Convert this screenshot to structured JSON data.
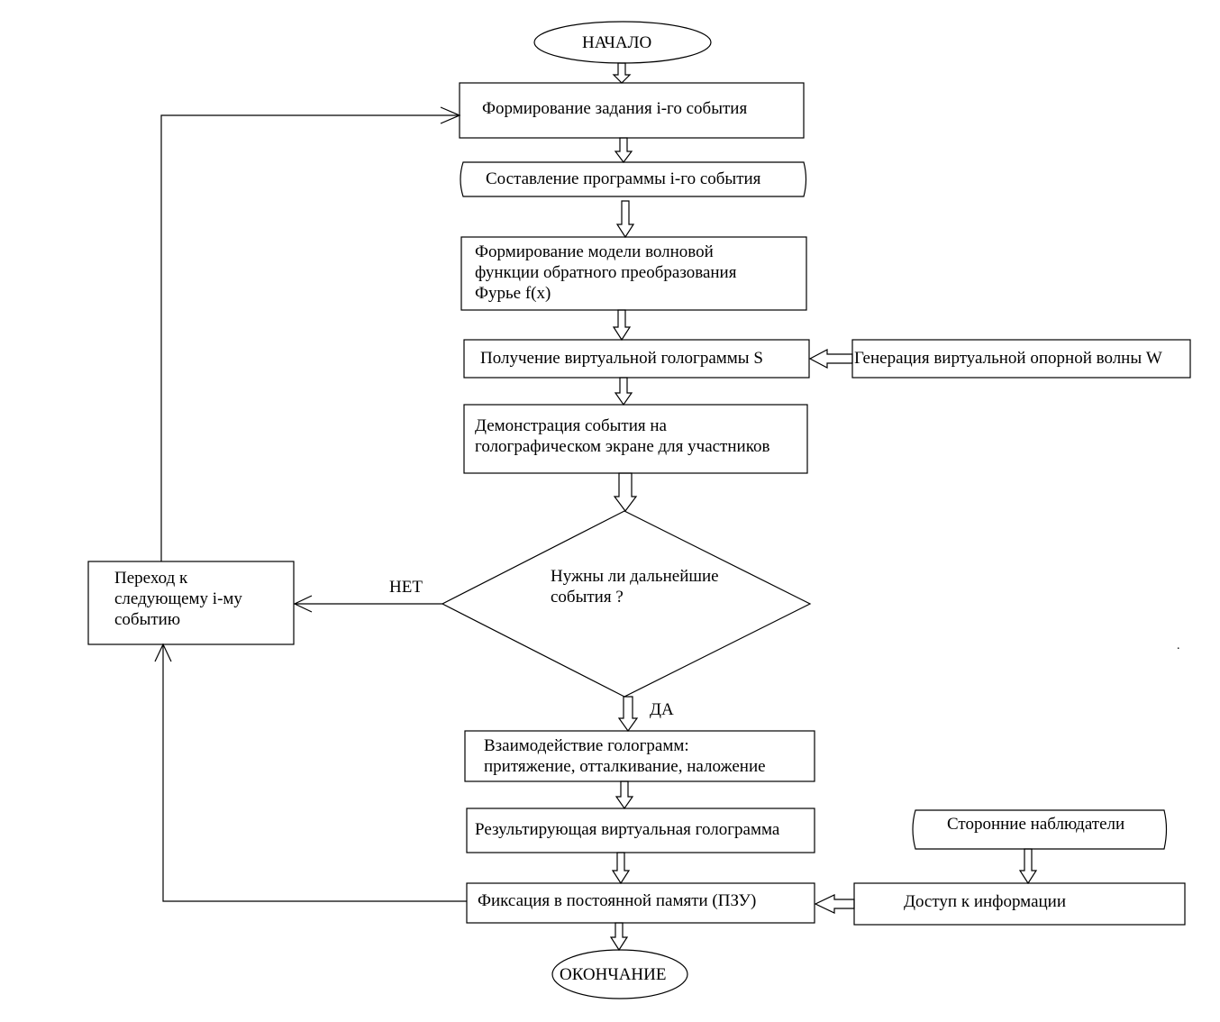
{
  "nodes": {
    "start": "НАЧАЛО",
    "form_task": "Формирование задания i-го события",
    "program": "Составление программы i-го события",
    "model": "Формирование модели волновой\nфункции обратного преобразования\nФурье f(x)",
    "hologram": "Получение виртуальной голограммы S",
    "reference_wave": "Генерация виртуальной опорной волны W",
    "demo": "Демонстрация события на\nголографическом экране для участников",
    "decision": "Нужны ли дальнейшие\nсобытия  ?",
    "next_event": "Переход к\nследующему i-му\nсобытию",
    "interaction": "Взаимодействие голограмм:\nпритяжение, отталкивание, наложение",
    "result": "Результирующая виртуальная голограмма",
    "observers": "Сторонние наблюдатели",
    "fixation": "Фиксация в постоянной памяти (ПЗУ)",
    "access": "Доступ к информации",
    "end": "ОКОНЧАНИЕ",
    "stray_mark": "."
  },
  "edges": {
    "no_label": "НЕТ",
    "yes_label": "ДА"
  }
}
